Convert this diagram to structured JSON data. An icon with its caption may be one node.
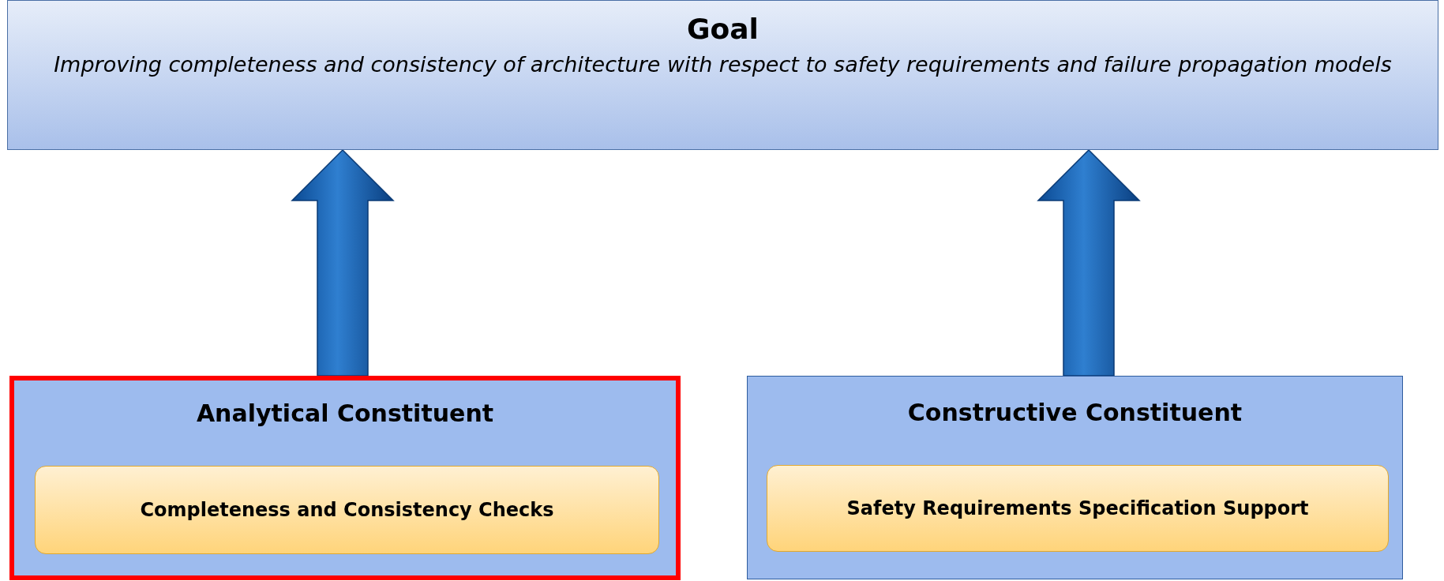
{
  "diagram": {
    "nodes": [
      {
        "text": [
          "Goal",
          "Improving completeness and consistency of architecture with respect to safety requirements and failure propagation models"
        ]
      },
      {
        "text": [
          "Analytical Constituent"
        ]
      },
      {
        "text": [
          "Completeness and Consistency Checks"
        ],
        "in": 1
      },
      {
        "text": [
          "Constructive Constituent"
        ]
      },
      {
        "text": [
          "Safety Requirements Specification Support"
        ],
        "in": 3
      }
    ],
    "edges": [
      {
        "from": 1,
        "to": 0,
        "arrow": "to",
        "style": "thick"
      },
      {
        "from": 3,
        "to": 0,
        "arrow": "to",
        "style": "thick"
      }
    ]
  }
}
